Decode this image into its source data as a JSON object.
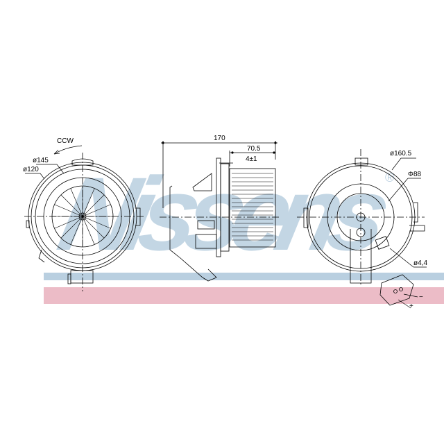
{
  "watermark": {
    "text": "Nissens",
    "color_blue": "#b9cfe0",
    "color_pink": "#ecbcc7",
    "trademark": "®"
  },
  "views": {
    "front": {
      "rotation_label": "CCW",
      "outer_diameter": "ø145",
      "inner_diameter": "ø120"
    },
    "side": {
      "overall_length": "170",
      "fan_length": "70.5",
      "offset": "4±1"
    },
    "rear": {
      "outer_diameter": "ø160.5",
      "inner_diameter": "Φ88",
      "hole_diameter": "ø4,4",
      "terminal_negative": "−",
      "terminal_positive": "+"
    }
  }
}
